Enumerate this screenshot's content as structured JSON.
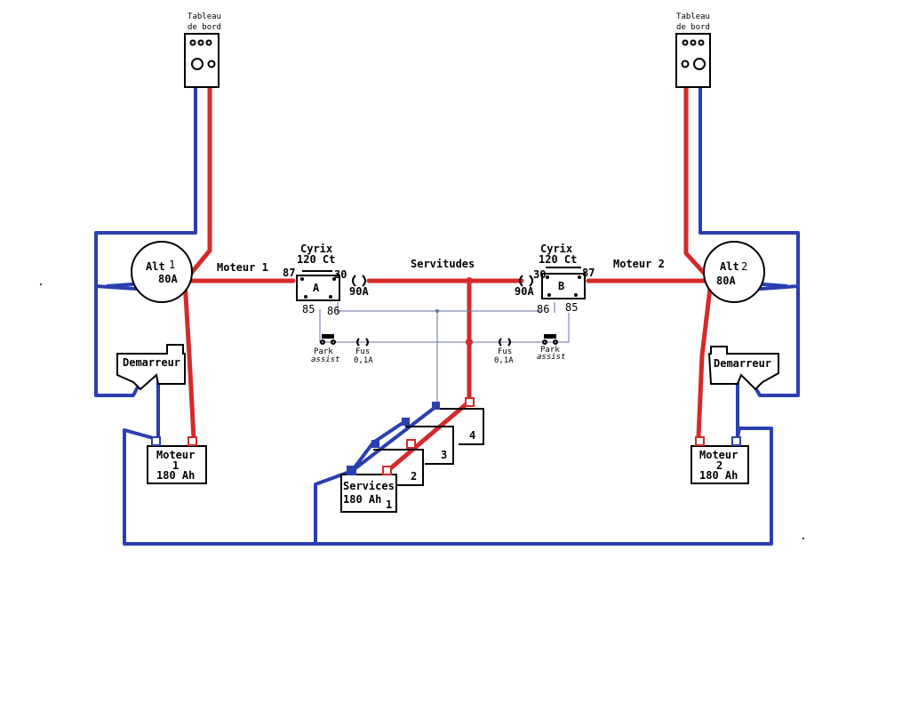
{
  "colors": {
    "positive": "#d42a2a",
    "negative": "#2a3fb0",
    "signal": "#6a6fa8"
  },
  "dashboards": {
    "left": {
      "line1": "Tableau",
      "line2": "de bord"
    },
    "right": {
      "line1": "Tableau",
      "line2": "de bord"
    }
  },
  "alternators": {
    "left": {
      "name": "Alt",
      "number": "1",
      "rating": "80A"
    },
    "right": {
      "name": "Alt",
      "number": "2",
      "rating": "80A"
    }
  },
  "starters": {
    "left": "Demarreur",
    "right": "Demarreur"
  },
  "engine_lines": {
    "left": "Moteur 1",
    "right": "Moteur 2"
  },
  "services_line": "Servitudes",
  "couplers": {
    "left": {
      "line1": "Cyrix",
      "line2": "120 Ct",
      "letter": "A",
      "pin_87": "87",
      "pin_30": "30",
      "pin_85": "85",
      "pin_86": "86",
      "fuse": "90A"
    },
    "right": {
      "line1": "Cyrix",
      "line2": "120 Ct",
      "letter": "B",
      "pin_87": "87",
      "pin_30": "30",
      "pin_85": "85",
      "pin_86": "86",
      "fuse": "90A"
    }
  },
  "park_assist": {
    "left": {
      "line1": "Park",
      "line2": "assist"
    },
    "right": {
      "line1": "Park",
      "line2": "assist"
    }
  },
  "small_fuses": {
    "left": {
      "line1": "Fus",
      "line2": "0,1A"
    },
    "right": {
      "line1": "Fus",
      "line2": "0,1A"
    }
  },
  "engine_batteries": {
    "left": {
      "line1": "Moteur",
      "line2": "1",
      "capacity": "180 Ah"
    },
    "right": {
      "line1": "Moteur",
      "line2": "2",
      "capacity": "180 Ah"
    }
  },
  "service_bank": {
    "name": "Services",
    "capacity": "180 Ah",
    "numbers": [
      "1",
      "2",
      "3",
      "4"
    ]
  }
}
